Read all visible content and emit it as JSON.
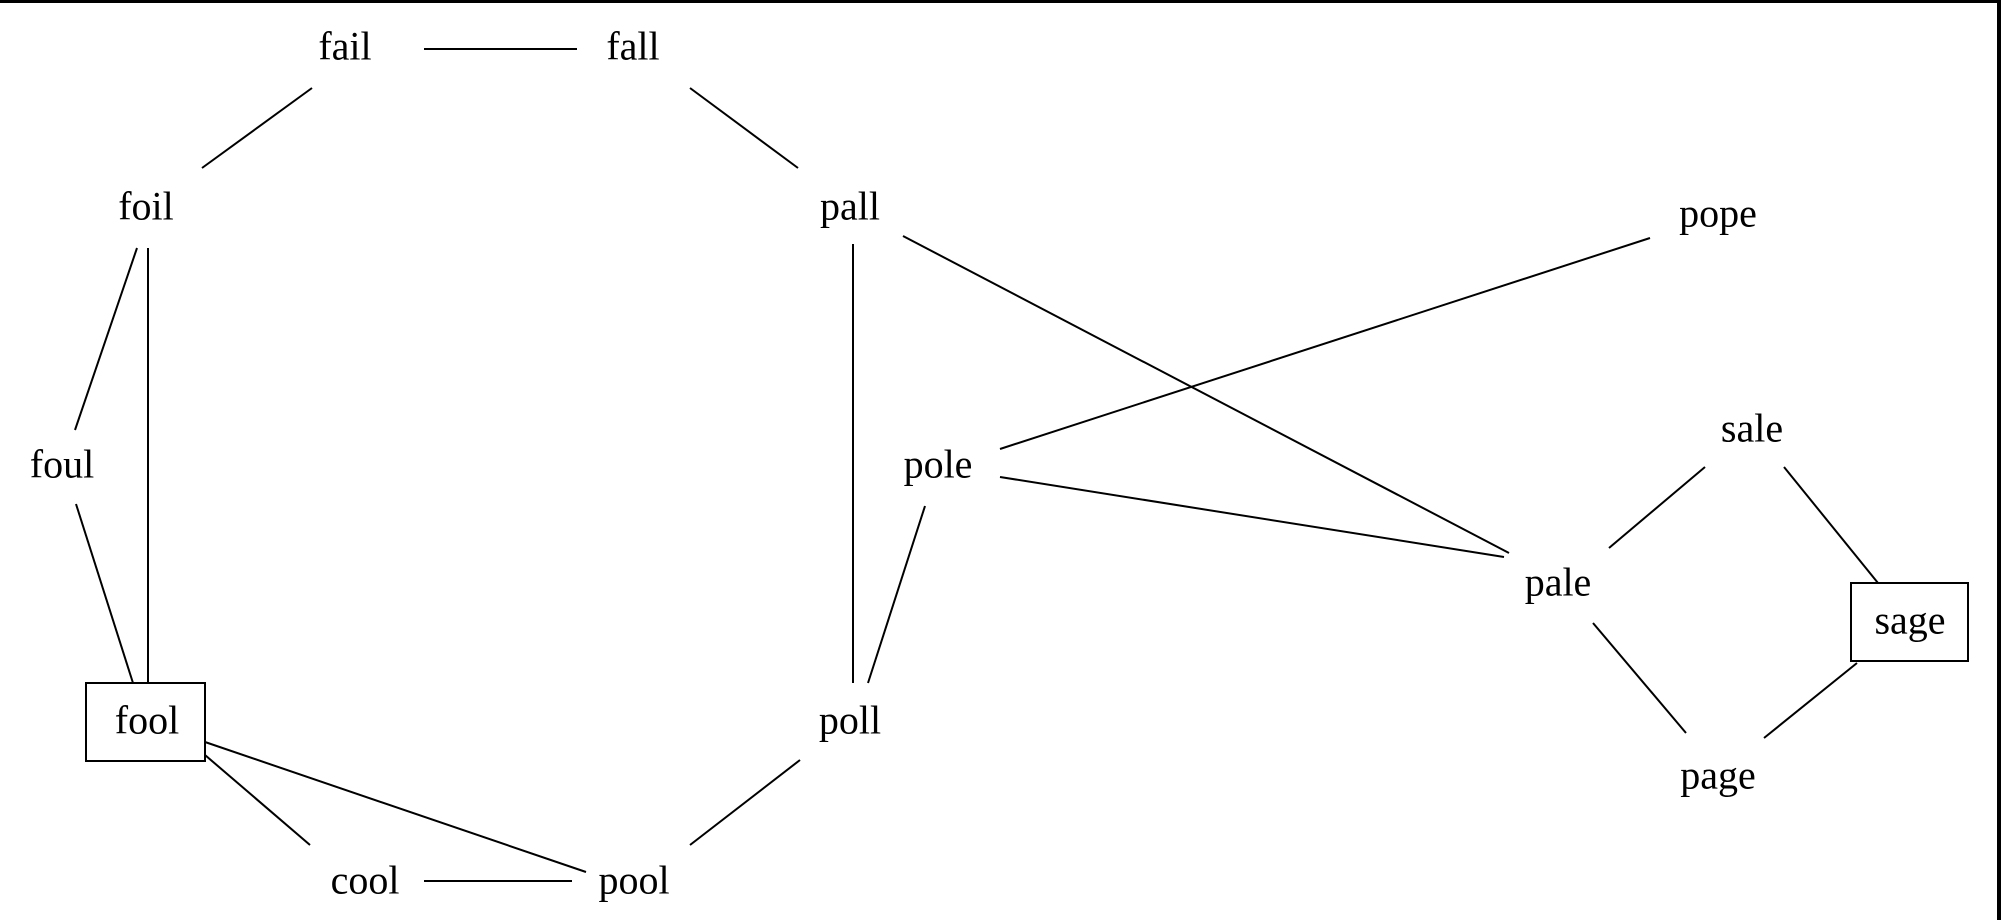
{
  "diagram": {
    "nodes": [
      {
        "id": "fail",
        "label": "fail",
        "boxed": false
      },
      {
        "id": "fall",
        "label": "fall",
        "boxed": false
      },
      {
        "id": "foil",
        "label": "foil",
        "boxed": false
      },
      {
        "id": "pall",
        "label": "pall",
        "boxed": false
      },
      {
        "id": "pope",
        "label": "pope",
        "boxed": false
      },
      {
        "id": "foul",
        "label": "foul",
        "boxed": false
      },
      {
        "id": "pole",
        "label": "pole",
        "boxed": false
      },
      {
        "id": "sale",
        "label": "sale",
        "boxed": false
      },
      {
        "id": "pale",
        "label": "pale",
        "boxed": false
      },
      {
        "id": "sage",
        "label": "sage",
        "boxed": true
      },
      {
        "id": "fool",
        "label": "fool",
        "boxed": true
      },
      {
        "id": "poll",
        "label": "poll",
        "boxed": false
      },
      {
        "id": "page",
        "label": "page",
        "boxed": false
      },
      {
        "id": "cool",
        "label": "cool",
        "boxed": false
      },
      {
        "id": "pool",
        "label": "pool",
        "boxed": false
      }
    ],
    "edges": [
      [
        "fail",
        "fall"
      ],
      [
        "fail",
        "foil"
      ],
      [
        "fall",
        "pall"
      ],
      [
        "foil",
        "foul"
      ],
      [
        "foil",
        "fool"
      ],
      [
        "foul",
        "fool"
      ],
      [
        "fool",
        "cool"
      ],
      [
        "fool",
        "pool"
      ],
      [
        "cool",
        "pool"
      ],
      [
        "pool",
        "poll"
      ],
      [
        "poll",
        "pall"
      ],
      [
        "poll",
        "pole"
      ],
      [
        "pall",
        "pale"
      ],
      [
        "pole",
        "pope"
      ],
      [
        "pole",
        "pale"
      ],
      [
        "pale",
        "sale"
      ],
      [
        "pale",
        "page"
      ],
      [
        "sale",
        "sage"
      ],
      [
        "page",
        "sage"
      ]
    ]
  }
}
